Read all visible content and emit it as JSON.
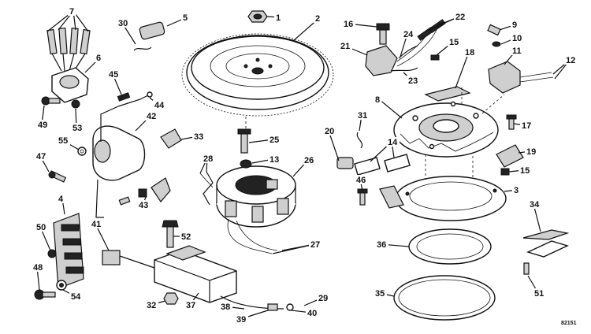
{
  "catalog_number": "82151",
  "callouts": [
    {
      "id": "c1",
      "text": "1"
    },
    {
      "id": "c2",
      "text": "2"
    },
    {
      "id": "c3",
      "text": "3"
    },
    {
      "id": "c4",
      "text": "4"
    },
    {
      "id": "c5",
      "text": "5"
    },
    {
      "id": "c6",
      "text": "6"
    },
    {
      "id": "c7",
      "text": "7"
    },
    {
      "id": "c8",
      "text": "8"
    },
    {
      "id": "c9",
      "text": "9"
    },
    {
      "id": "c10",
      "text": "10"
    },
    {
      "id": "c11",
      "text": "11"
    },
    {
      "id": "c12",
      "text": "12"
    },
    {
      "id": "c13",
      "text": "13"
    },
    {
      "id": "c14",
      "text": "14"
    },
    {
      "id": "c15a",
      "text": "15"
    },
    {
      "id": "c15b",
      "text": "15"
    },
    {
      "id": "c16",
      "text": "16"
    },
    {
      "id": "c17",
      "text": "17"
    },
    {
      "id": "c18",
      "text": "18"
    },
    {
      "id": "c19",
      "text": "19"
    },
    {
      "id": "c20",
      "text": "20"
    },
    {
      "id": "c21",
      "text": "21"
    },
    {
      "id": "c22",
      "text": "22"
    },
    {
      "id": "c23",
      "text": "23"
    },
    {
      "id": "c24",
      "text": "24"
    },
    {
      "id": "c25",
      "text": "25"
    },
    {
      "id": "c26",
      "text": "26"
    },
    {
      "id": "c27",
      "text": "27"
    },
    {
      "id": "c28",
      "text": "28"
    },
    {
      "id": "c29",
      "text": "29"
    },
    {
      "id": "c30",
      "text": "30"
    },
    {
      "id": "c31",
      "text": "31"
    },
    {
      "id": "c32",
      "text": "32"
    },
    {
      "id": "c33",
      "text": "33"
    },
    {
      "id": "c34",
      "text": "34"
    },
    {
      "id": "c35",
      "text": "35"
    },
    {
      "id": "c36",
      "text": "36"
    },
    {
      "id": "c37",
      "text": "37"
    },
    {
      "id": "c38",
      "text": "38"
    },
    {
      "id": "c39",
      "text": "39"
    },
    {
      "id": "c40",
      "text": "40"
    },
    {
      "id": "c41",
      "text": "41"
    },
    {
      "id": "c42",
      "text": "42"
    },
    {
      "id": "c43",
      "text": "43"
    },
    {
      "id": "c44",
      "text": "44"
    },
    {
      "id": "c45",
      "text": "45"
    },
    {
      "id": "c46",
      "text": "46"
    },
    {
      "id": "c47",
      "text": "47"
    },
    {
      "id": "c48",
      "text": "48"
    },
    {
      "id": "c49",
      "text": "49"
    },
    {
      "id": "c50",
      "text": "50"
    },
    {
      "id": "c51",
      "text": "51"
    },
    {
      "id": "c52",
      "text": "52"
    },
    {
      "id": "c53",
      "text": "53"
    },
    {
      "id": "c54",
      "text": "54"
    },
    {
      "id": "c55",
      "text": "55"
    }
  ]
}
